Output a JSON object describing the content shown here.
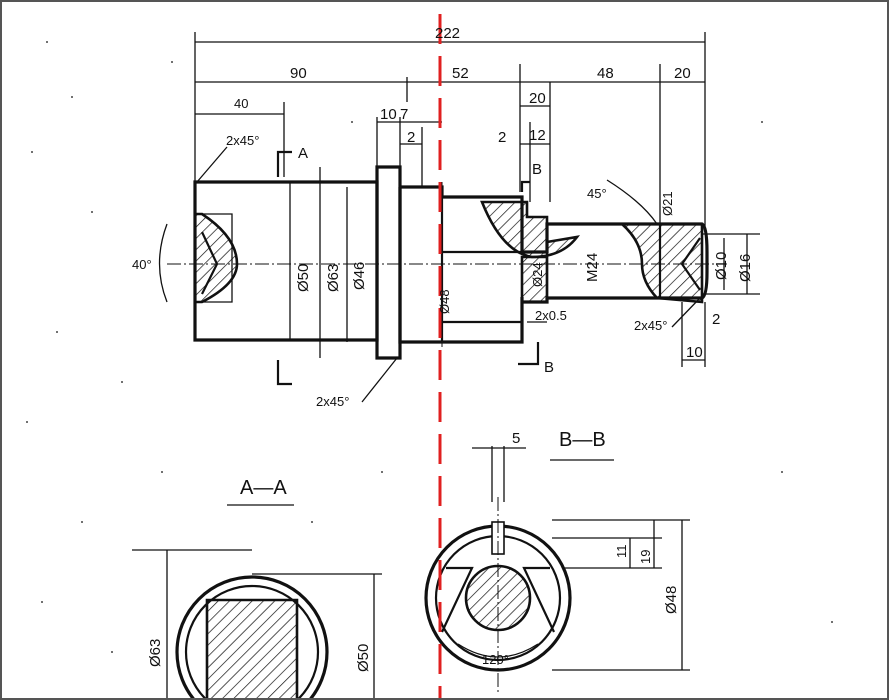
{
  "dimensions": {
    "overall": "222",
    "d90": "90",
    "d52": "52",
    "d48": "48",
    "d20_right": "20",
    "d40": "40",
    "d10": "10",
    "d7": "7",
    "d2_a": "2",
    "d20_mid": "20",
    "d2_b": "2",
    "d12": "12",
    "d10_bottom": "10",
    "d2_c": "2",
    "d5": "5",
    "d11": "11",
    "d19": "19"
  },
  "diameters": {
    "phi50": "Ø50",
    "phi63": "Ø63",
    "phi46": "Ø46",
    "phi48_mid": "Ø48",
    "phi24": "Ø24",
    "phi21": "Ø21",
    "phi10": "Ø10",
    "phi16": "Ø16",
    "m24": "M24",
    "phi63_section": "Ø63",
    "phi50_section": "Ø50",
    "phi48_section": "Ø48"
  },
  "chamfers": {
    "c1": "2x45°",
    "c2": "2x45°",
    "c3": "2x45°",
    "groove": "2x0.5"
  },
  "angles": {
    "a40": "40°",
    "a45": "45°",
    "a120": "120°"
  },
  "section_marks": {
    "a_top": "A",
    "b_top": "B",
    "b_bottom": "B"
  },
  "section_titles": {
    "aa": "A—A",
    "bb": "B—B"
  },
  "colors": {
    "line": "#111111",
    "cut_line": "#e02020",
    "frame": "#555555"
  }
}
